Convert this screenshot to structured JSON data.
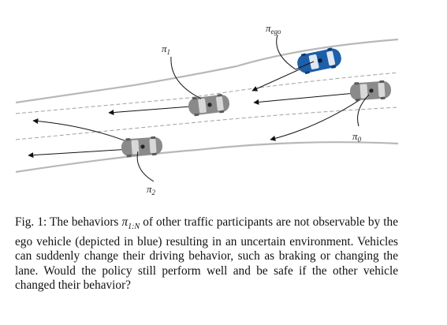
{
  "figure": {
    "policy_labels": {
      "ego": {
        "symbol": "π",
        "subscript": "ego"
      },
      "one": {
        "symbol": "π",
        "subscript": "1"
      },
      "two": {
        "symbol": "π",
        "subscript": "2"
      },
      "zero": {
        "symbol": "π",
        "subscript": "0"
      }
    },
    "colors": {
      "road_edge": "#b4b4b4",
      "lane_dash": "#a0a0a0",
      "ego_car": "#1d5fa8",
      "other_car": "#8a8a8a",
      "arrow": "#111111"
    }
  },
  "caption": {
    "prefix": "Fig. 1: ",
    "text_before_math": "The behaviors ",
    "math_symbol": "π",
    "math_subscript": "1:N",
    "text_after_math": " of other traffic participants are not observable by the ego vehicle (depicted in blue) resulting in an uncertain environment. Vehicles can suddenly change their driving behavior, such as braking or changing the lane. Would the policy still perform well and be safe if the other vehicle changed their behavior?"
  }
}
